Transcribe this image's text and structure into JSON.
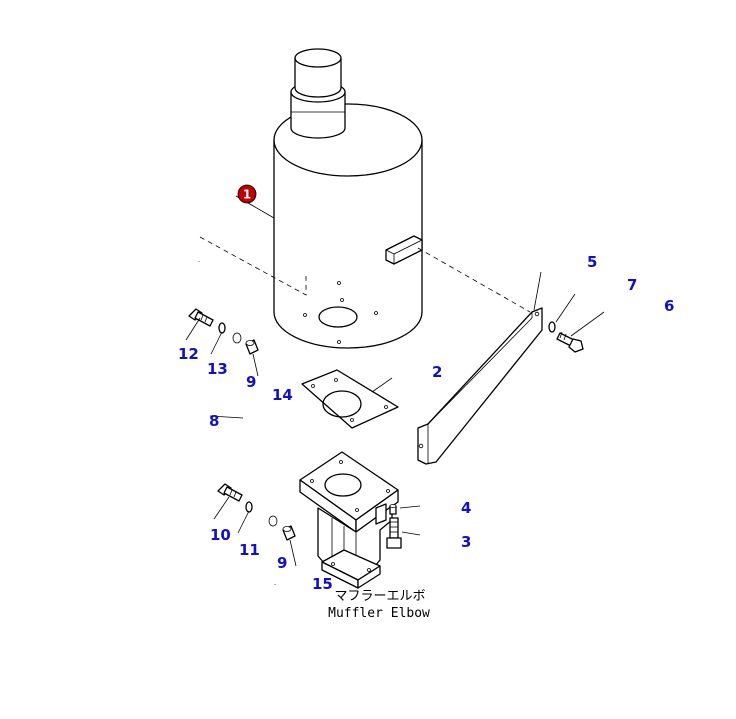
{
  "callouts": {
    "c1": "1",
    "c2": "2",
    "c3": "3",
    "c4": "4",
    "c5": "5",
    "c6": "6",
    "c7": "7",
    "c8": "8",
    "c9a": "9",
    "c9b": "9",
    "c10": "10",
    "c11": "11",
    "c12": "12",
    "c13": "13",
    "c14": "14",
    "c15": "15"
  },
  "caption": {
    "japanese": "マフラーエルボ",
    "english": "Muffler Elbow"
  },
  "colors": {
    "callout_text": "#1010c8",
    "badge_fill": "#c00000",
    "line": "#000000"
  }
}
